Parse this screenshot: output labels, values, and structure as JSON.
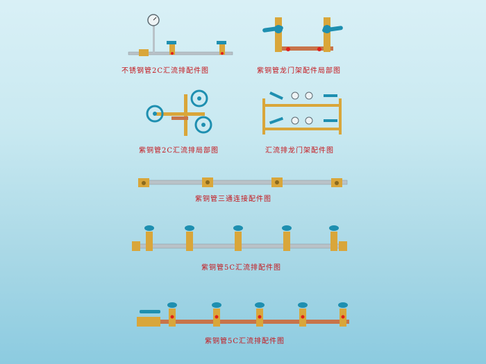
{
  "captions": {
    "c1": "不锈钢管2C汇流排配件图",
    "c2": "紫铜管龙门架配件局部图",
    "c3": "紫铜管2C汇流排局部图",
    "c4": "汇流排龙门架配件图",
    "c5": "紫铜管三通连接配件图",
    "c6": "紫铜管5C汇流排配件图",
    "c7": "紫铜管5C汇流排配件图"
  },
  "colors": {
    "caption": "#c4161c",
    "brass": "#d9a63a",
    "steel": "#b9c2c8",
    "copper": "#c8744a",
    "handle": "#1e8fb0",
    "red": "#e0201c"
  }
}
